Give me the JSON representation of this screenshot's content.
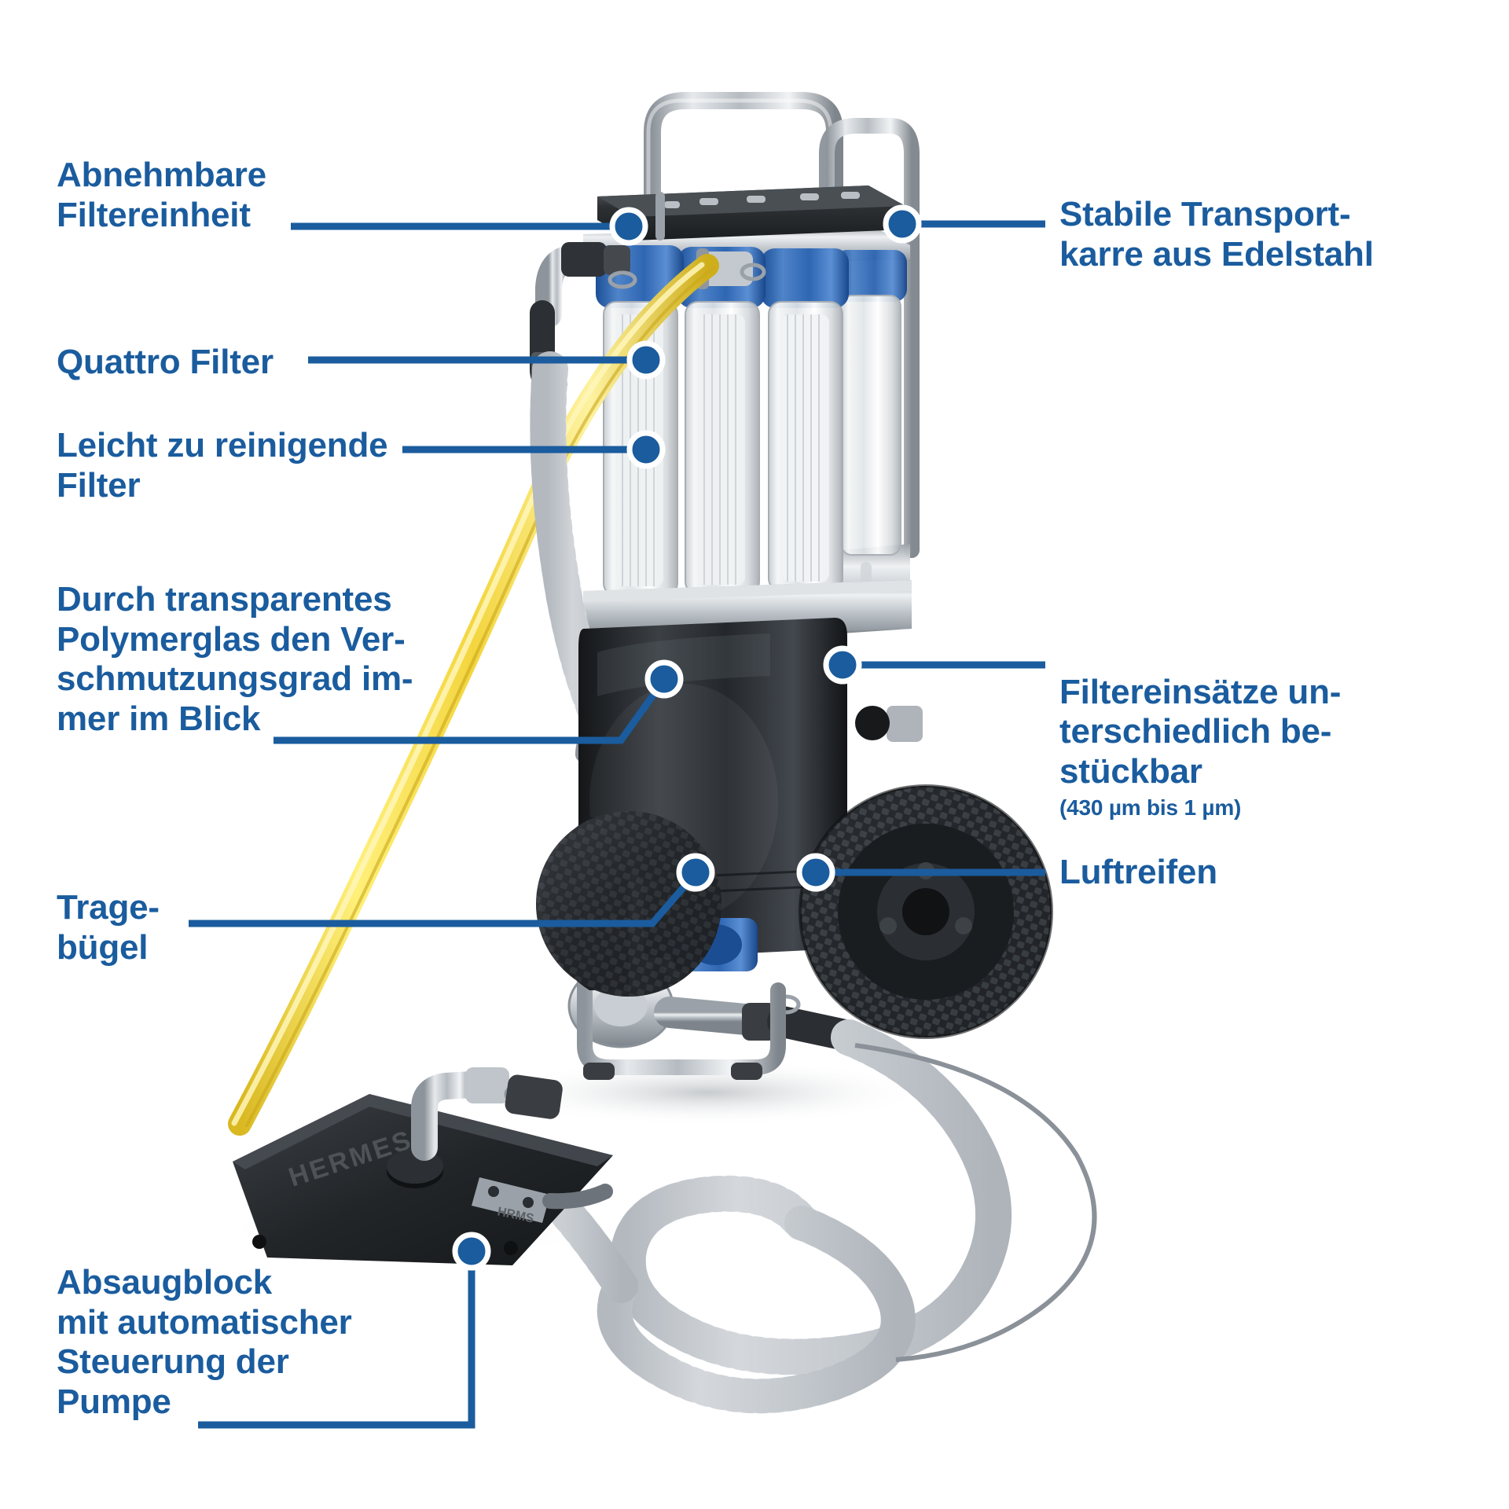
{
  "theme": {
    "accent": "#1a5c9e",
    "background": "#ffffff",
    "hose_yellow": "#f2d23c",
    "hose_white": "#e8eaec",
    "steel": "#b9bec4",
    "filter_blue": "#2a63b0",
    "black_body": "#1d1f21"
  },
  "callouts": {
    "abnehmbare_filtereinheit": "Abnehmbare\nFiltereinheit",
    "quattro_filter": "Quattro Filter",
    "leicht_zu_reinigende_filter": "Leicht zu reinigende\nFilter",
    "durch_transparentes": "Durch transparentes\nPolymerglas den Ver-\nschmutzungsgrad im-\nmer im Blick",
    "tragebuegel": "Trage-\nbügel",
    "absaugblock": "Absaugblock\nmit automatischer\nSteuerung der\nPumpe",
    "stabile_transportkarre": "Stabile Transport-\nkarre aus Edelstahl",
    "filtereinsaetze": "Filtereinsätze un-\nterschiedlich be-\nstückbar",
    "filtereinsaetze_note": "(430 µm bis 1 µm)",
    "luftreifen": "Luftreifen"
  },
  "product": {
    "name": "mobile-filter-cart",
    "parts": [
      "stainless-steel-transport-cart",
      "removable-filter-unit",
      "quattro-filter-housings",
      "transparent-polymer-glass-bowls",
      "pump-housing",
      "carry-handle",
      "pneumatic-tire",
      "yellow-hose",
      "white-corrugated-suction-hose",
      "extraction-block-plate"
    ],
    "plate_brand": "HERMES"
  }
}
